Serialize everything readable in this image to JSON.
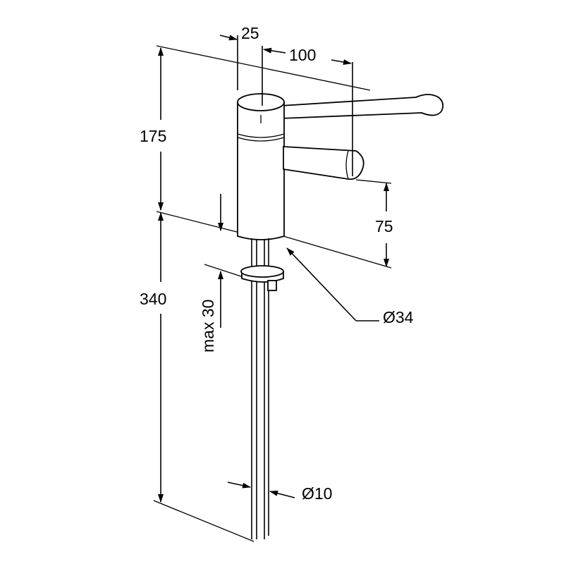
{
  "title": "Faucet dimension drawing",
  "dimensions": {
    "offset_top": "25",
    "lever_length": "100",
    "body_height": "175",
    "spout_height": "75",
    "pipe_length": "340",
    "max_deck_thickness": "max 30",
    "body_diameter": "Ø34",
    "pipe_diameter": "Ø10"
  },
  "colors": {
    "line": "#000000",
    "background": "#ffffff"
  }
}
